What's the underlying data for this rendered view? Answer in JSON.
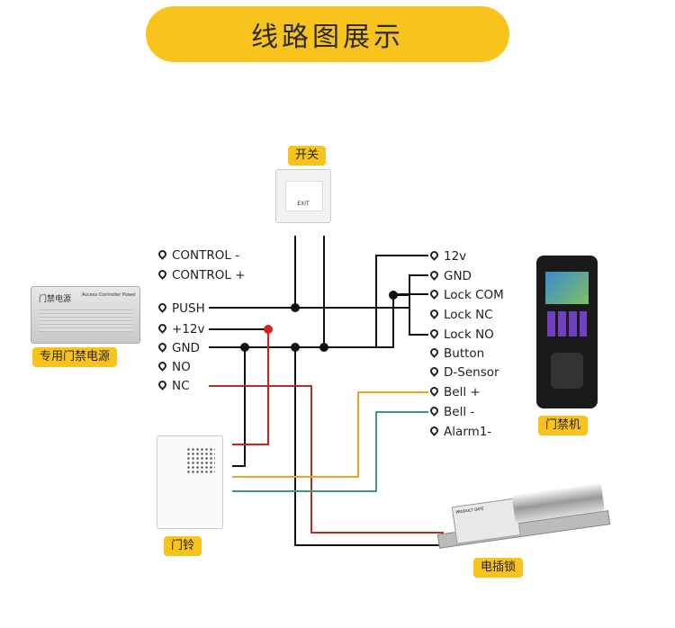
{
  "title": "线路图展示",
  "devices": {
    "switch": {
      "tag": "开关",
      "face_text": "EXIT"
    },
    "power": {
      "tag": "专用门禁电源",
      "brand": "门禁电源",
      "model": "Access Controller Power"
    },
    "controller": {
      "tag": "门禁机"
    },
    "bell": {
      "tag": "门铃"
    },
    "lock": {
      "tag": "电插锁",
      "plate": "PRODUCT DATE"
    }
  },
  "power_terminals": [
    "CONTROL -",
    "CONTROL +",
    "PUSH",
    "+12v",
    "GND",
    "NO",
    "NC"
  ],
  "controller_terminals": [
    "12v",
    "GND",
    "Lock COM",
    "Lock NC",
    "Lock NO",
    "Button",
    "D-Sensor",
    "Bell +",
    "Bell -",
    "Alarm1-"
  ],
  "colors": {
    "banner": "#f7c31c",
    "wire_black": "#111111",
    "wire_red": "#d62020",
    "wire_yellow": "#f0a020",
    "wire_green": "#3a9a80",
    "wire_darkred": "#b0302a"
  }
}
